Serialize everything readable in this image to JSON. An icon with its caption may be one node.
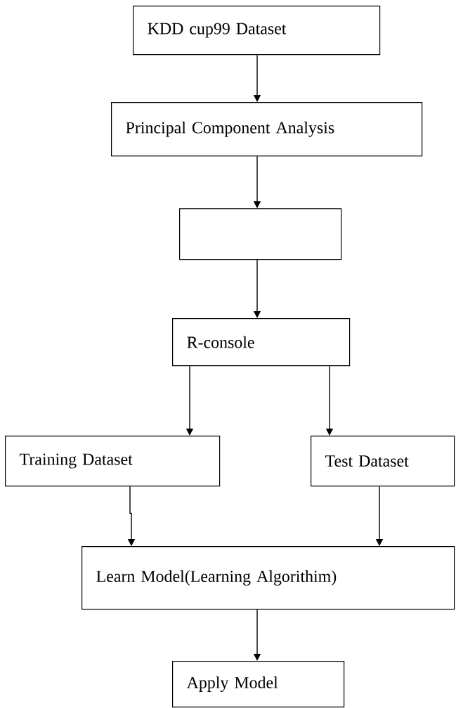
{
  "diagram": {
    "nodes": [
      {
        "text": [
          "KDD cup99 Dataset"
        ]
      },
      {
        "text": [
          "Principal Component Analysis"
        ]
      },
      {
        "text": [],
        "shape": "box"
      },
      {
        "text": [
          "R-console"
        ]
      },
      {
        "text": [
          "Training Dataset"
        ]
      },
      {
        "text": [
          "Test Dataset"
        ]
      },
      {
        "text": [
          "Learn Model(Learning Algorithim)"
        ]
      },
      {
        "text": [
          "Apply Model"
        ]
      }
    ],
    "edges": [
      {
        "from": 0,
        "to": 1,
        "arrow": "to"
      },
      {
        "from": 1,
        "to": 2,
        "arrow": "to"
      },
      {
        "from": 2,
        "to": 3,
        "arrow": "to"
      },
      {
        "from": 3,
        "to": 4,
        "arrow": "to"
      },
      {
        "from": 3,
        "to": 5,
        "arrow": "to"
      },
      {
        "from": 4,
        "to": 6,
        "arrow": "to"
      },
      {
        "from": 5,
        "to": 6,
        "arrow": "to"
      },
      {
        "from": 6,
        "to": 7,
        "arrow": "to"
      }
    ]
  }
}
